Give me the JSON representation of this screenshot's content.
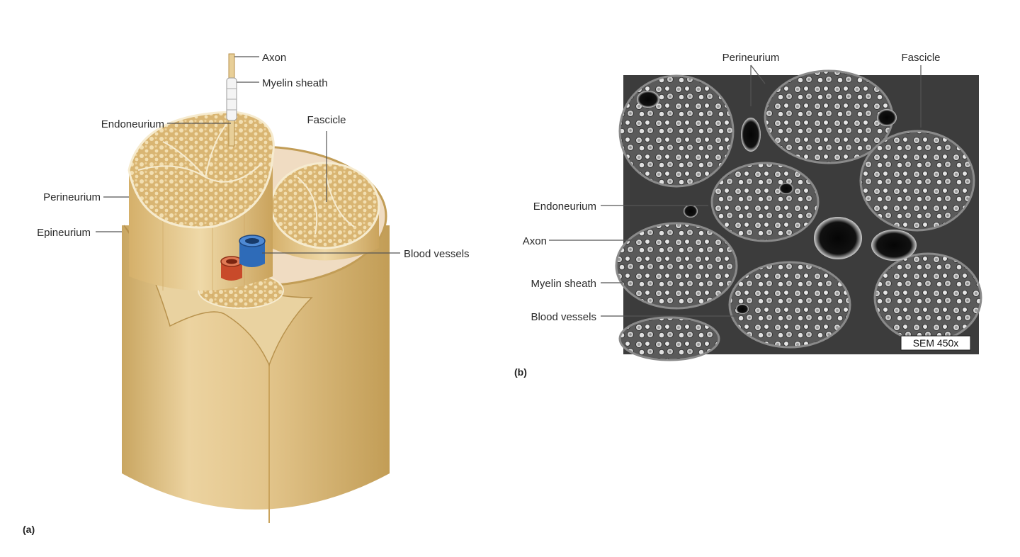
{
  "panel_a": {
    "letter": "(a)",
    "labels": {
      "axon": "Axon",
      "myelin_sheath": "Myelin sheath",
      "endoneurium": "Endoneurium",
      "fascicle": "Fascicle",
      "perineurium": "Perineurium",
      "epineurium": "Epineurium",
      "blood_vessels": "Blood vessels"
    }
  },
  "panel_b": {
    "letter": "(b)",
    "labels": {
      "perineurium": "Perineurium",
      "fascicle": "Fascicle",
      "endoneurium": "Endoneurium",
      "axon": "Axon",
      "myelin_sheath": "Myelin sheath",
      "blood_vessels": "Blood vessels"
    },
    "magnification": "SEM 450x"
  },
  "colors": {
    "nerve_tan": "#e2c48a",
    "nerve_shadow": "#c9a661",
    "fascicle_face": "#d9b572",
    "vein_blue": "#2e6bb8",
    "artery_red": "#c84a2a",
    "sem_dark": "#3a3a3a"
  }
}
